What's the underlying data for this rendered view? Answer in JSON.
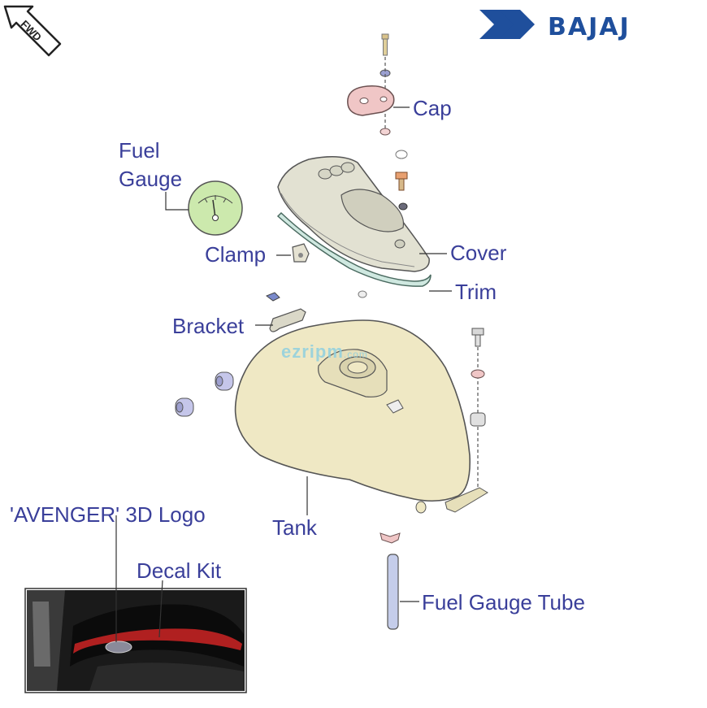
{
  "brand": {
    "name": "BAJAJ",
    "color": "#1f4f9c",
    "logo_icon": "bajaj-logo-icon"
  },
  "badge": {
    "text": "FWD",
    "icon": "forward-arrow-icon"
  },
  "watermark": {
    "text": "ezripm",
    "suffix": ".com"
  },
  "label_color": "#3a3f9a",
  "labels": {
    "cap": "Cap",
    "fuel_gauge_line1": "Fuel",
    "fuel_gauge_line2": "Gauge",
    "clamp": "Clamp",
    "cover": "Cover",
    "trim": "Trim",
    "bracket": "Bracket",
    "tank": "Tank",
    "logo_3d": "'AVENGER' 3D Logo",
    "decal_kit": "Decal Kit",
    "fuel_gauge_tube": "Fuel Gauge Tube"
  },
  "colors": {
    "tank_fill": "#efe8c4",
    "cover_fill": "#e2e1d2",
    "cap_fill": "#f0c6c6",
    "gauge_fill": "#cce9ad",
    "bush_fill": "#c5c6ea",
    "tube_fill": "#c5cdea",
    "trim_fill": "#cfe8e0"
  }
}
